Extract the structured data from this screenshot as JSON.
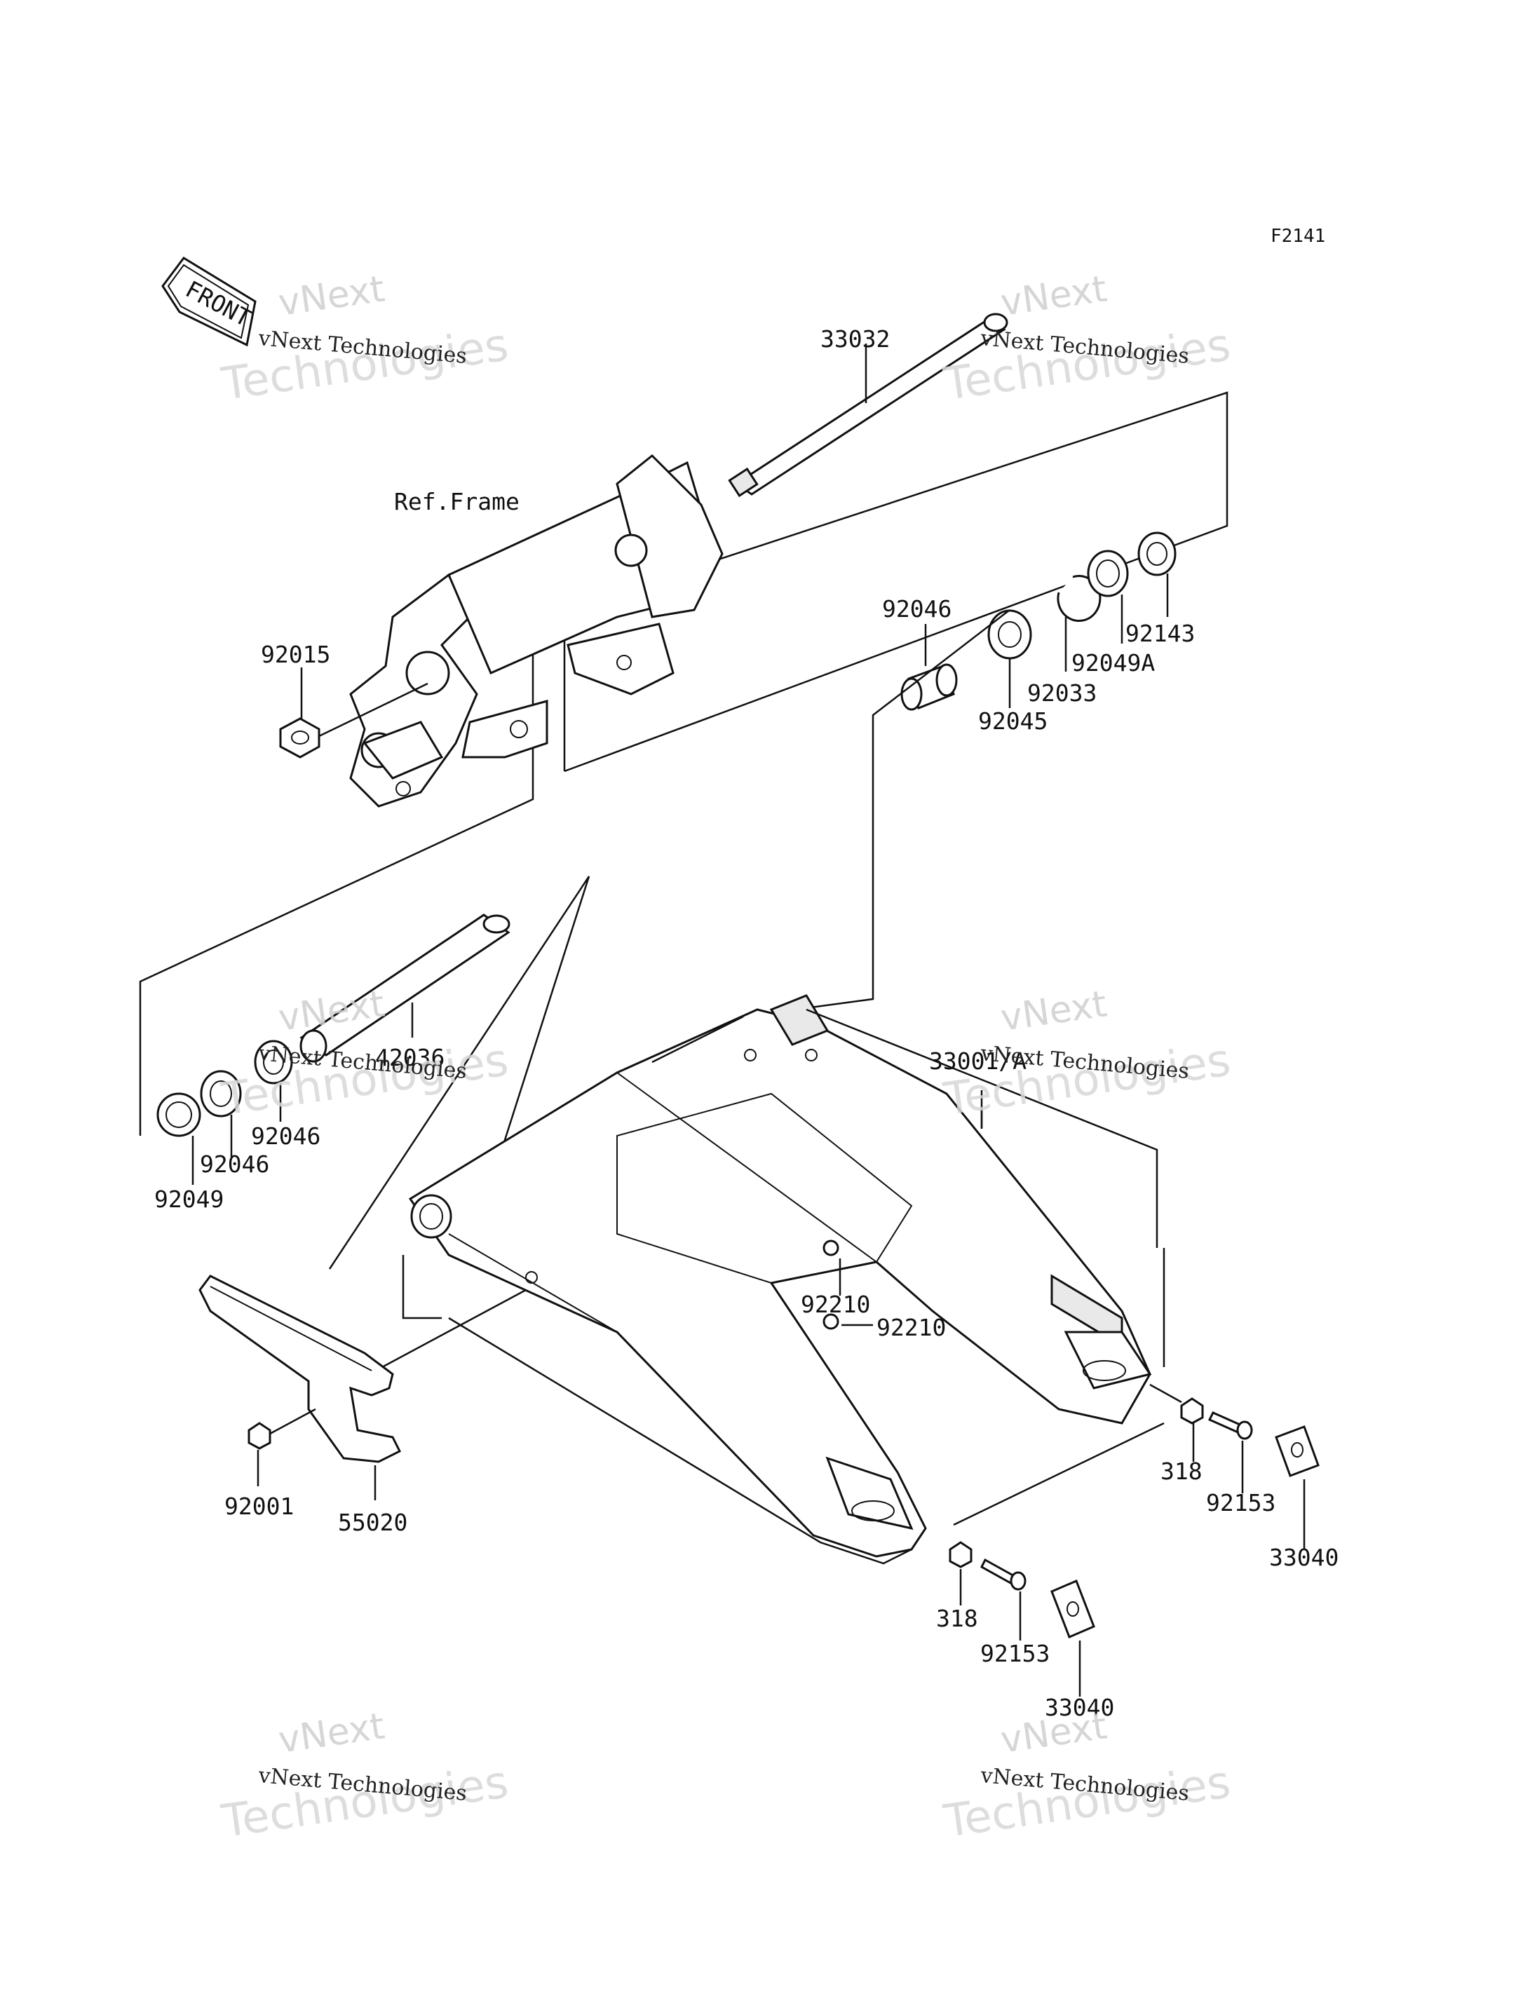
{
  "figure_id": "F2141",
  "front_label": "FRONT",
  "frame_label": "Ref.Frame",
  "watermark": {
    "line1": "vNext",
    "line2": "Technologies",
    "small": "vNext Technologies"
  },
  "parts": [
    {
      "id": "p33032",
      "number": "33032"
    },
    {
      "id": "p92015",
      "number": "92015"
    },
    {
      "id": "p92046a",
      "number": "92046"
    },
    {
      "id": "p92045",
      "number": "92045"
    },
    {
      "id": "p92033",
      "number": "92033"
    },
    {
      "id": "p92049A",
      "number": "92049A"
    },
    {
      "id": "p92143",
      "number": "92143"
    },
    {
      "id": "p42036",
      "number": "42036"
    },
    {
      "id": "p92046b",
      "number": "92046"
    },
    {
      "id": "p92046c",
      "number": "92046"
    },
    {
      "id": "p92049",
      "number": "92049"
    },
    {
      "id": "p33001A",
      "number": "33001/A"
    },
    {
      "id": "p92210a",
      "number": "92210"
    },
    {
      "id": "p92210b",
      "number": "92210"
    },
    {
      "id": "p318a",
      "number": "318"
    },
    {
      "id": "p92153a",
      "number": "92153"
    },
    {
      "id": "p33040a",
      "number": "33040"
    },
    {
      "id": "p318b",
      "number": "318"
    },
    {
      "id": "p92153b",
      "number": "92153"
    },
    {
      "id": "p33040b",
      "number": "33040"
    },
    {
      "id": "p92001",
      "number": "92001"
    },
    {
      "id": "p55020",
      "number": "55020"
    }
  ]
}
